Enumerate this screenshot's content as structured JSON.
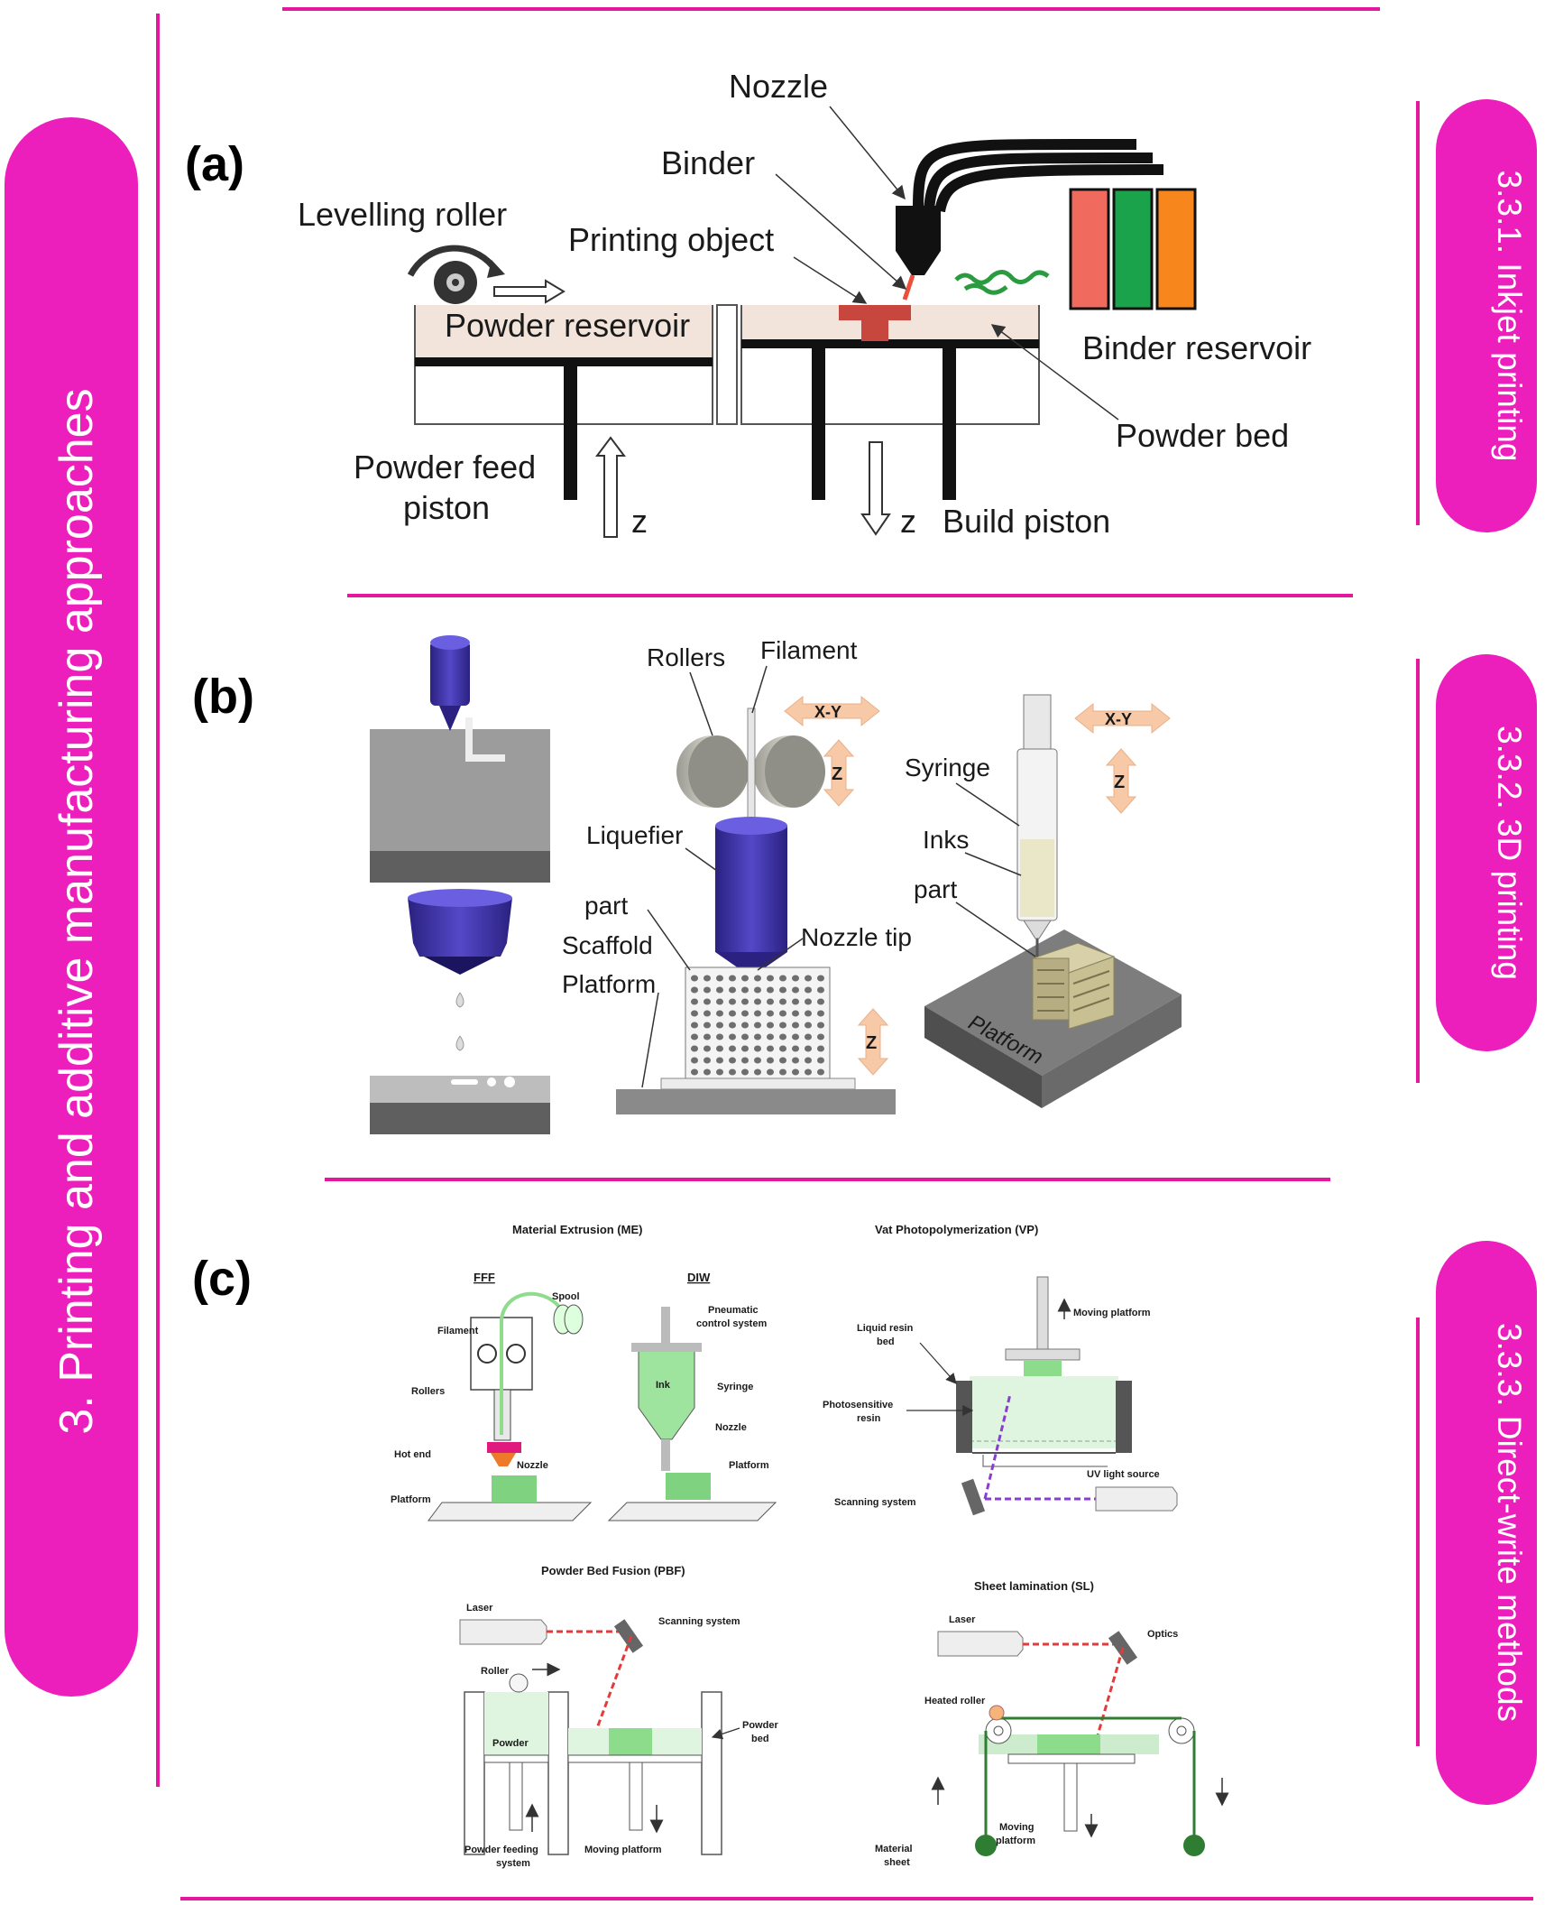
{
  "colors": {
    "accent": "#ec1fbd",
    "accent_line": "#e5179f",
    "purple": "#3b2fa6",
    "green": "#7fd27f",
    "binder_red": "#f06a5e",
    "binder_green": "#1aa34a",
    "binder_orange": "#f7861d",
    "object_red": "#c7463d",
    "arrow_peach": "#f7c9a7"
  },
  "main_title": "3. Printing and additive manufacturing approaches",
  "sections": [
    {
      "label": "3.3.1. Inkjet printing"
    },
    {
      "label": "3.3.2. 3D printing"
    },
    {
      "label": "3.3.3. Direct-write methods"
    }
  ],
  "panel_a": {
    "letter": "(a)",
    "labels": {
      "nozzle": "Nozzle",
      "binder": "Binder",
      "levelling_roller": "Levelling roller",
      "printing_object": "Printing object",
      "powder_reservoir": "Powder  reservoir",
      "binder_reservoir": "Binder reservoir",
      "powder_bed": "Powder bed",
      "powder_feed": "Powder feed",
      "piston": "piston",
      "z1": "z",
      "z2": "z",
      "build_piston": "Build piston"
    }
  },
  "panel_b": {
    "letter": "(b)",
    "labels": {
      "rollers": "Rollers",
      "filament": "Filament",
      "xy1": "X-Y",
      "z1": "Z",
      "liquefier": "Liquefier",
      "part": "part",
      "scaffold": "Scaffold",
      "platform": "Platform",
      "nozzle_tip": "Nozzle tip",
      "z2": "Z",
      "xy2": "X-Y",
      "z3": "Z",
      "syringe": "Syringe",
      "inks": "Inks",
      "part2": "part",
      "platform2": "Platform"
    }
  },
  "panel_c": {
    "letter": "(c)",
    "me": {
      "title": "Material Extrusion (ME)",
      "fff": "FFF",
      "diw": "DIW",
      "filament": "Filament",
      "spool": "Spool",
      "rollers": "Rollers",
      "hot_end": "Hot end",
      "nozzle": "Nozzle",
      "platform": "Platform",
      "pneumatic1": "Pneumatic",
      "pneumatic2": "control system",
      "ink": "Ink",
      "syringe": "Syringe",
      "nozzle2": "Nozzle",
      "platform2": "Platform"
    },
    "vp": {
      "title": "Vat Photopolymerization (VP)",
      "moving_platform": "Moving platform",
      "liquid_resin1": "Liquid resin",
      "liquid_resin2": "bed",
      "photosensitive1": "Photosensitive",
      "photosensitive2": "resin",
      "uv": "UV light source",
      "scanning": "Scanning system"
    },
    "pbf": {
      "title": "Powder Bed Fusion (PBF)",
      "laser": "Laser",
      "scanning": "Scanning system",
      "roller": "Roller",
      "powder": "Powder",
      "powder_bed1": "Powder",
      "powder_bed2": "bed",
      "feeding1": "Powder feeding",
      "feeding2": "system",
      "moving_platform": "Moving platform"
    },
    "sl": {
      "title": "Sheet lamination (SL)",
      "laser": "Laser",
      "optics": "Optics",
      "heated_roller": "Heated roller",
      "material1": "Material",
      "material2": "sheet",
      "moving1": "Moving",
      "moving2": "platform"
    }
  }
}
